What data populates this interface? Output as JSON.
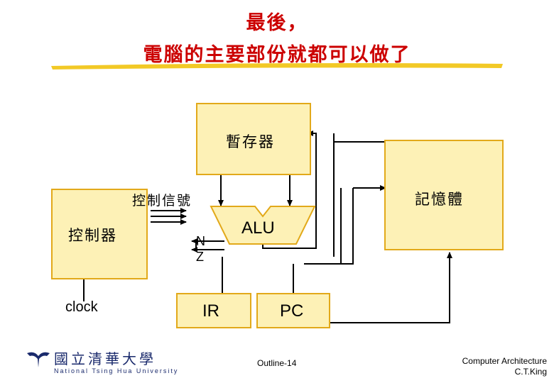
{
  "title": {
    "line1": "最後，",
    "line2": "電腦的主要部份就都可以做了"
  },
  "diagram": {
    "register": "暫存器",
    "memory": "記憶體",
    "controller": "控制器",
    "control_signal": "控制信號",
    "alu": "ALU",
    "flag_n": "N",
    "flag_z": "Z",
    "clock": "clock",
    "ir": "IR",
    "pc": "PC"
  },
  "footer": {
    "university_cn": "國立清華大學",
    "university_en": "National Tsing Hua University",
    "slide_number": "Outline-14",
    "course": "Computer Architecture",
    "author": "C.T.King"
  },
  "colors": {
    "title": "#cc0000",
    "box_fill": "#fdf1b6",
    "box_border": "#e2a91a",
    "highlight": "#f0c000"
  }
}
